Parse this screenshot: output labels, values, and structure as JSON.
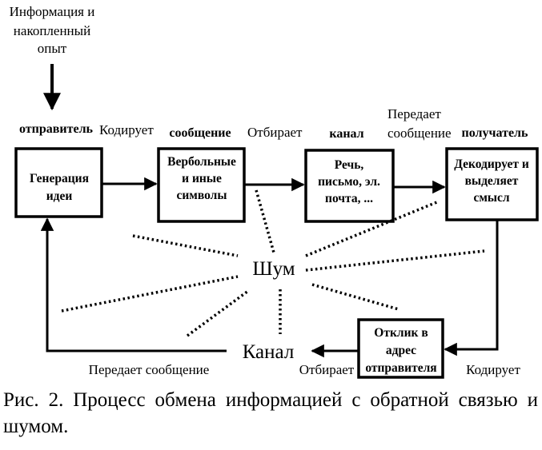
{
  "source": {
    "line1": "Информация и",
    "line2": "накопленный",
    "line3": "опыт"
  },
  "headers": {
    "sender": "отправитель",
    "message": "сообщение",
    "channel": "канал",
    "receiver": "получатель"
  },
  "boxes": {
    "idea": [
      "Генерация",
      "идеи"
    ],
    "symbols": [
      "Вербольные",
      "и иные",
      "символы"
    ],
    "media": [
      "Речь,",
      "письмо, эл.",
      "почта, ..."
    ],
    "decode": [
      "Декодирует и",
      "выделяет",
      "смысл"
    ],
    "feedback": [
      "Отклик в",
      "адрес",
      "отправителя"
    ]
  },
  "arrow_labels": {
    "encodes_top": "Кодирует",
    "selects_top": "Отбирает",
    "transmits_top": [
      "Передает",
      "сообщение"
    ],
    "encodes_bottom": "Кодирует",
    "selects_bottom": "Отбирает",
    "transmits_bottom": "Передает сообщение"
  },
  "center": {
    "noise": "Шум",
    "channel": "Канал"
  },
  "caption": "Рис. 2. Процесс обмена информацией с обратной связью и шумом."
}
